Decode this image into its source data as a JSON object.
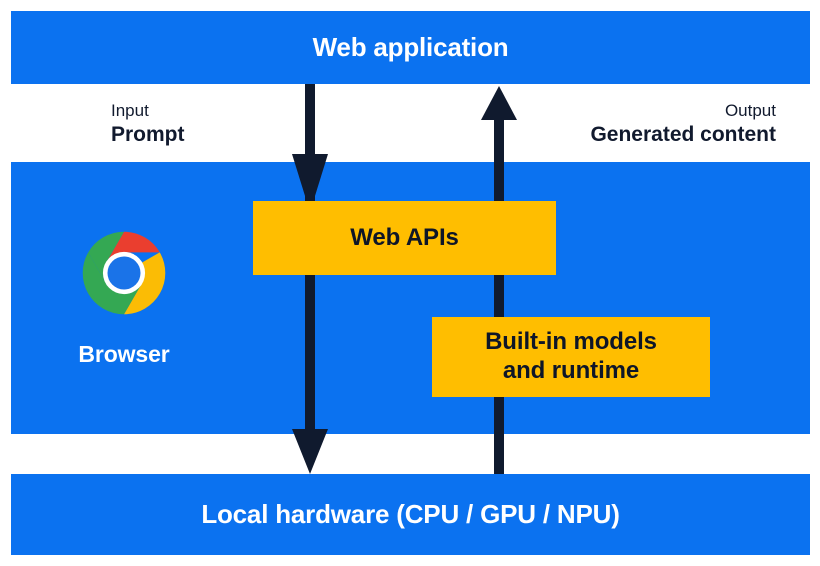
{
  "diagram": {
    "title": "Web application",
    "bands": [
      {
        "id": "web-application",
        "label": "Web application"
      },
      {
        "id": "browser",
        "label": "Browser"
      },
      {
        "id": "local-hardware",
        "label": "Local hardware (CPU / GPU / NPU)"
      }
    ],
    "flows": [
      {
        "id": "input",
        "kicker": "Input",
        "value": "Prompt",
        "direction": "down",
        "arrow_icon": "arrow-down-icon"
      },
      {
        "id": "output",
        "kicker": "Output",
        "value": "Generated content",
        "direction": "up",
        "arrow_icon": "arrow-up-icon"
      }
    ],
    "boxes": [
      {
        "id": "web-apis",
        "label": "Web APIs"
      },
      {
        "id": "builtin-models",
        "label": "Built-in models\nand runtime",
        "line1": "Built-in models",
        "line2": "and runtime"
      }
    ],
    "browser_mark": {
      "icon": "chrome-logo-icon",
      "label": "Browser"
    },
    "colors": {
      "band_blue": "#0B72F0",
      "box_amber": "#FFBE00",
      "arrow_navy": "#101A2E",
      "text_dark": "#111A2E",
      "text_light": "#FFFFFF",
      "chrome_red": "#EA3E2F",
      "chrome_yellow": "#FBBC05",
      "chrome_green": "#34A853",
      "chrome_blue": "#1A73E8",
      "chrome_white": "#FFFFFF"
    }
  }
}
